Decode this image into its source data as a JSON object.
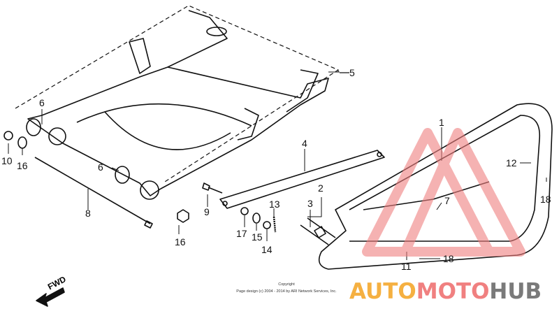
{
  "diagram": {
    "callouts": [
      "1",
      "2",
      "3",
      "4",
      "5",
      "6",
      "6",
      "7",
      "8",
      "9",
      "10",
      "11",
      "12",
      "13",
      "14",
      "15",
      "16",
      "16",
      "17",
      "18",
      "18"
    ],
    "fwd_label": "FWD",
    "copyright_title": "Copyright",
    "copyright_line": "Page design (c) 2004 - 2014 by ARI Network Services, Inc.",
    "watermark": {
      "part1": "AUTO",
      "part2": "MOTO",
      "part3": "HUB",
      "color1": "#f5b041",
      "color2": "#f08080",
      "color3": "#7a7a7a"
    }
  }
}
